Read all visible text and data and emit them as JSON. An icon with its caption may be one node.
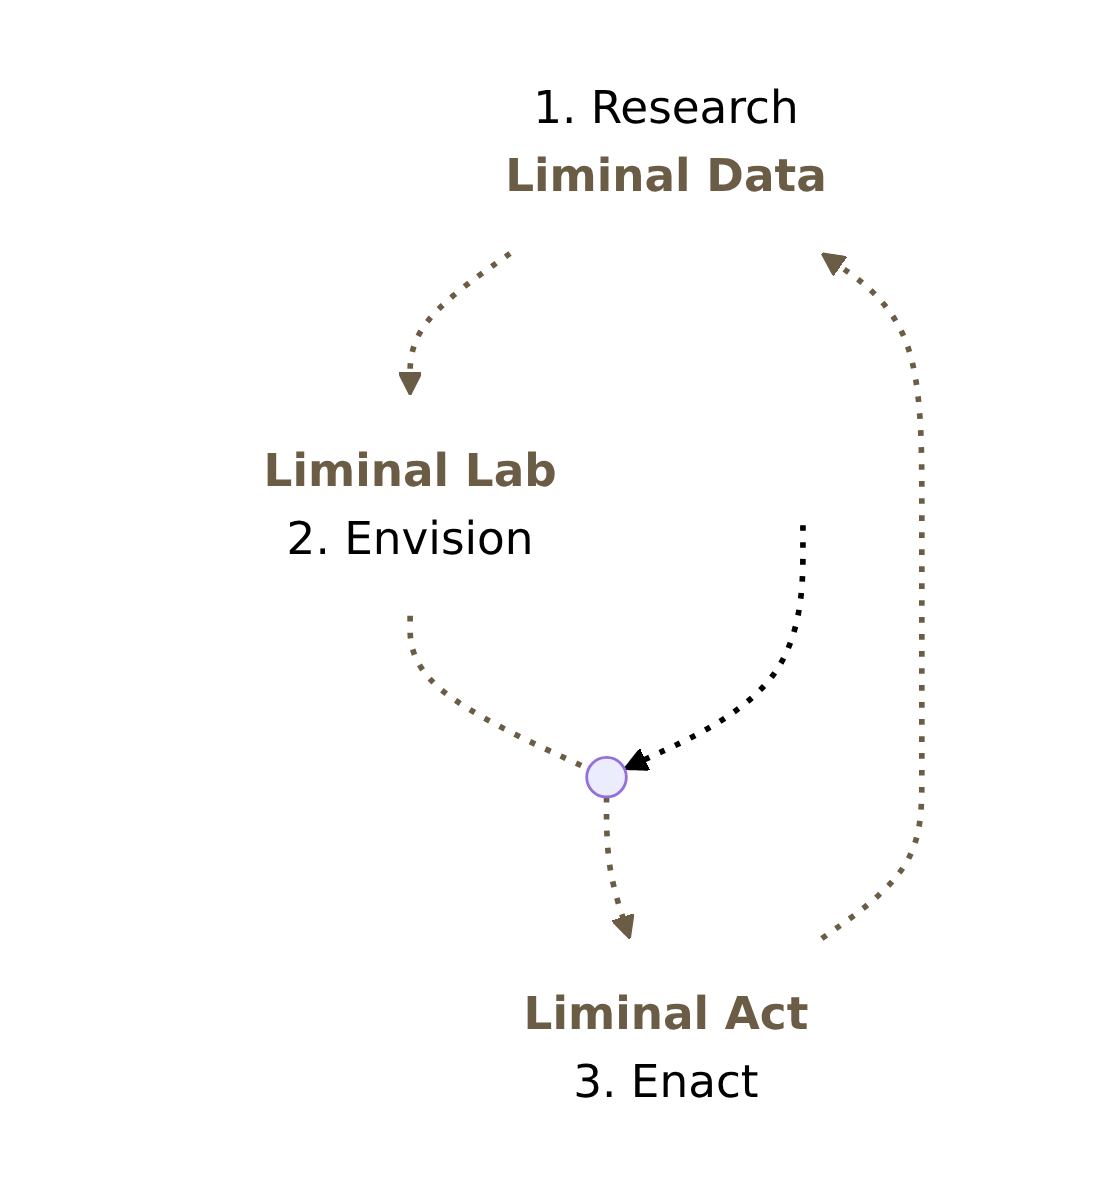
{
  "diagram": {
    "nodes": [
      {
        "text": [
          "1. Research",
          "Liminal Data"
        ]
      },
      {
        "text": [
          "Liminal Lab",
          "2. Envision"
        ]
      },
      {
        "text": [
          "Liminal Act",
          "3. Enact"
        ]
      },
      {
        "text": [],
        "shape": "point"
      }
    ],
    "edges": [
      {
        "from": 0,
        "to": 1,
        "arrow": "to",
        "style": "dashed",
        "color": "#6b5d45"
      },
      {
        "from": 1,
        "to": 3,
        "arrow": "none",
        "style": "dashed",
        "color": "#6b5d45"
      },
      {
        "from": 3,
        "to": 2,
        "arrow": "to",
        "style": "dashed",
        "color": "#6b5d45"
      },
      {
        "from": 2,
        "to": 0,
        "arrow": "to",
        "style": "dashed",
        "color": "#6b5d45"
      },
      {
        "from": null,
        "to": 3,
        "arrow": "to",
        "style": "dashed",
        "color": "#000000"
      }
    ]
  }
}
